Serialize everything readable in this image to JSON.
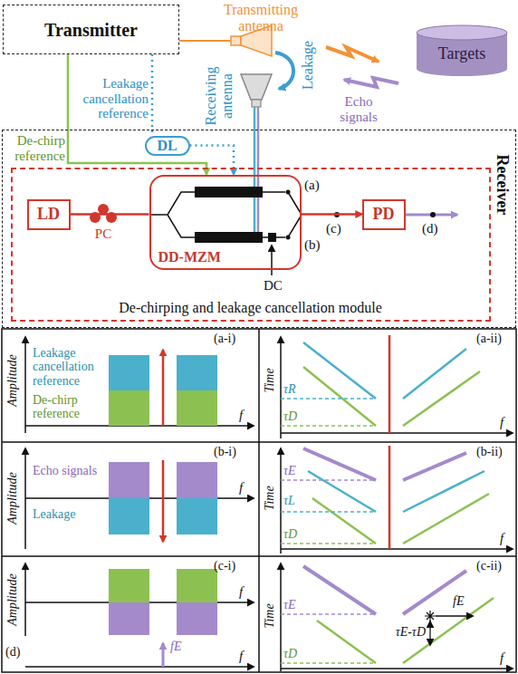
{
  "diagram": {
    "nodes": [
      {
        "text": [
          "Transmitter"
        ]
      },
      {
        "text": [
          "Targets"
        ]
      },
      {
        "text": [
          "Receiver"
        ]
      },
      {
        "text": [
          "DL"
        ],
        "in": 2
      },
      {
        "text": [
          "De-chirping and leakage cancellation module"
        ],
        "in": 2
      },
      {
        "text": [
          "LD"
        ],
        "in": 4
      },
      {
        "text": [
          "DD-MZM"
        ],
        "in": 4
      },
      {
        "text": [
          "PD"
        ],
        "in": 4
      }
    ],
    "edges": [
      {
        "from": 0,
        "to": 3,
        "arrow": "none",
        "label": "Leakage cancellation reference"
      },
      {
        "from": 3,
        "to": 6,
        "arrow": "to"
      },
      {
        "from": 0,
        "to": 6,
        "arrow": "to",
        "label": "De-chirp reference"
      },
      {
        "from": 5,
        "to": 6,
        "arrow": "none"
      },
      {
        "from": 6,
        "to": 7,
        "arrow": "to"
      }
    ],
    "labels": [
      "Transmitting antenna",
      "Receiving antenna",
      "Leakage",
      "Echo signals",
      "PC",
      "(a)",
      "(b)",
      "(c)",
      "(d)",
      "DC",
      "(a-i)",
      "Amplitude",
      "Leakage cancellation reference",
      "De-chirp reference",
      "f",
      "(a-ii)",
      "Time",
      "f",
      "τR",
      "τD",
      "(b-i)",
      "Amplitude",
      "Echo signals",
      "Leakage",
      "f",
      "(b-ii)",
      "Time",
      "f",
      "τE",
      "τD",
      "τL",
      "(c-i)",
      "Amplitude",
      "f",
      "(d)",
      "f",
      "fE",
      "(c-ii)",
      "Time",
      "f",
      "τE",
      "τD",
      "τE-τD",
      "fE"
    ]
  }
}
